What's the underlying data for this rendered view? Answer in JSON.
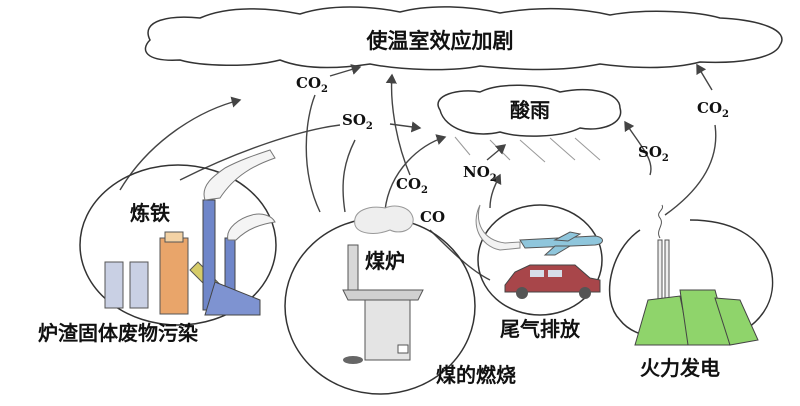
{
  "clouds": {
    "greenhouse": "使温室效应加剧",
    "acid_rain": "酸雨"
  },
  "gases": {
    "co2_left": {
      "base": "CO",
      "sub": "2"
    },
    "so2_left": {
      "base": "SO",
      "sub": "2"
    },
    "co2_center": {
      "base": "CO",
      "sub": "2"
    },
    "co_center": {
      "base": "CO",
      "sub": ""
    },
    "no2_center": {
      "base": "NO",
      "sub": "2"
    },
    "so2_right": {
      "base": "SO",
      "sub": "2"
    },
    "co2_right": {
      "base": "CO",
      "sub": "2"
    }
  },
  "sources": {
    "ironmaking": {
      "title": "炼铁",
      "caption": "炉渣固体废物污染"
    },
    "coal_stove": {
      "title": "煤炉",
      "caption": "煤的燃烧"
    },
    "exhaust": {
      "caption": "尾气排放"
    },
    "power_plant": {
      "caption": "火力发电"
    }
  },
  "colors": {
    "steel_blue": "#6f86c9",
    "furnace_orange": "#e9a56a",
    "car_red": "#a8464a",
    "plane_blue": "#8fc6dc",
    "tower_green": "#8fd46b",
    "stove_grey": "#d8d8d8"
  }
}
